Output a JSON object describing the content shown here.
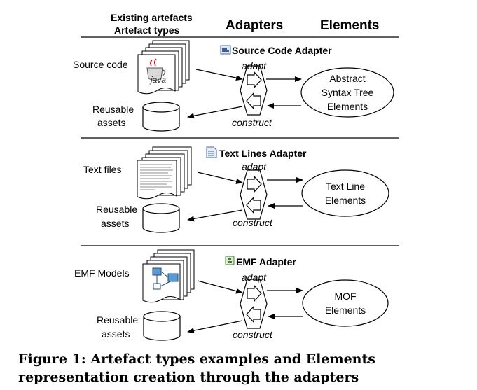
{
  "header": {
    "existing_line1": "Existing artefacts",
    "existing_line2": "Artefact types",
    "adapters": "Adapters",
    "elements": "Elements"
  },
  "sections": [
    {
      "adapter_title": "Source Code Adapter",
      "artefact_label": "Source code",
      "assets_line1": "Reusable",
      "assets_line2": "assets",
      "adapt_label": "adapt",
      "construct_label": "construct",
      "element_lines": [
        "Abstract",
        "Syntax Tree",
        "Elements"
      ],
      "icon": "java-file-icon",
      "java_text": "java"
    },
    {
      "adapter_title": "Text Lines Adapter",
      "artefact_label": "Text files",
      "assets_line1": "Reusable",
      "assets_line2": "assets",
      "adapt_label": "adapt",
      "construct_label": "construct",
      "element_lines": [
        "Text Line",
        "Elements"
      ],
      "icon": "text-file-icon"
    },
    {
      "adapter_title": "EMF Adapter",
      "artefact_label": "EMF Models",
      "assets_line1": "Reusable",
      "assets_line2": "assets",
      "adapt_label": "adapt",
      "construct_label": "construct",
      "element_lines": [
        "MOF",
        "Elements"
      ],
      "icon": "emf-model-icon"
    }
  ],
  "caption": "Figure 1:  Artefact types examples and Elements representation creation through the adapters"
}
